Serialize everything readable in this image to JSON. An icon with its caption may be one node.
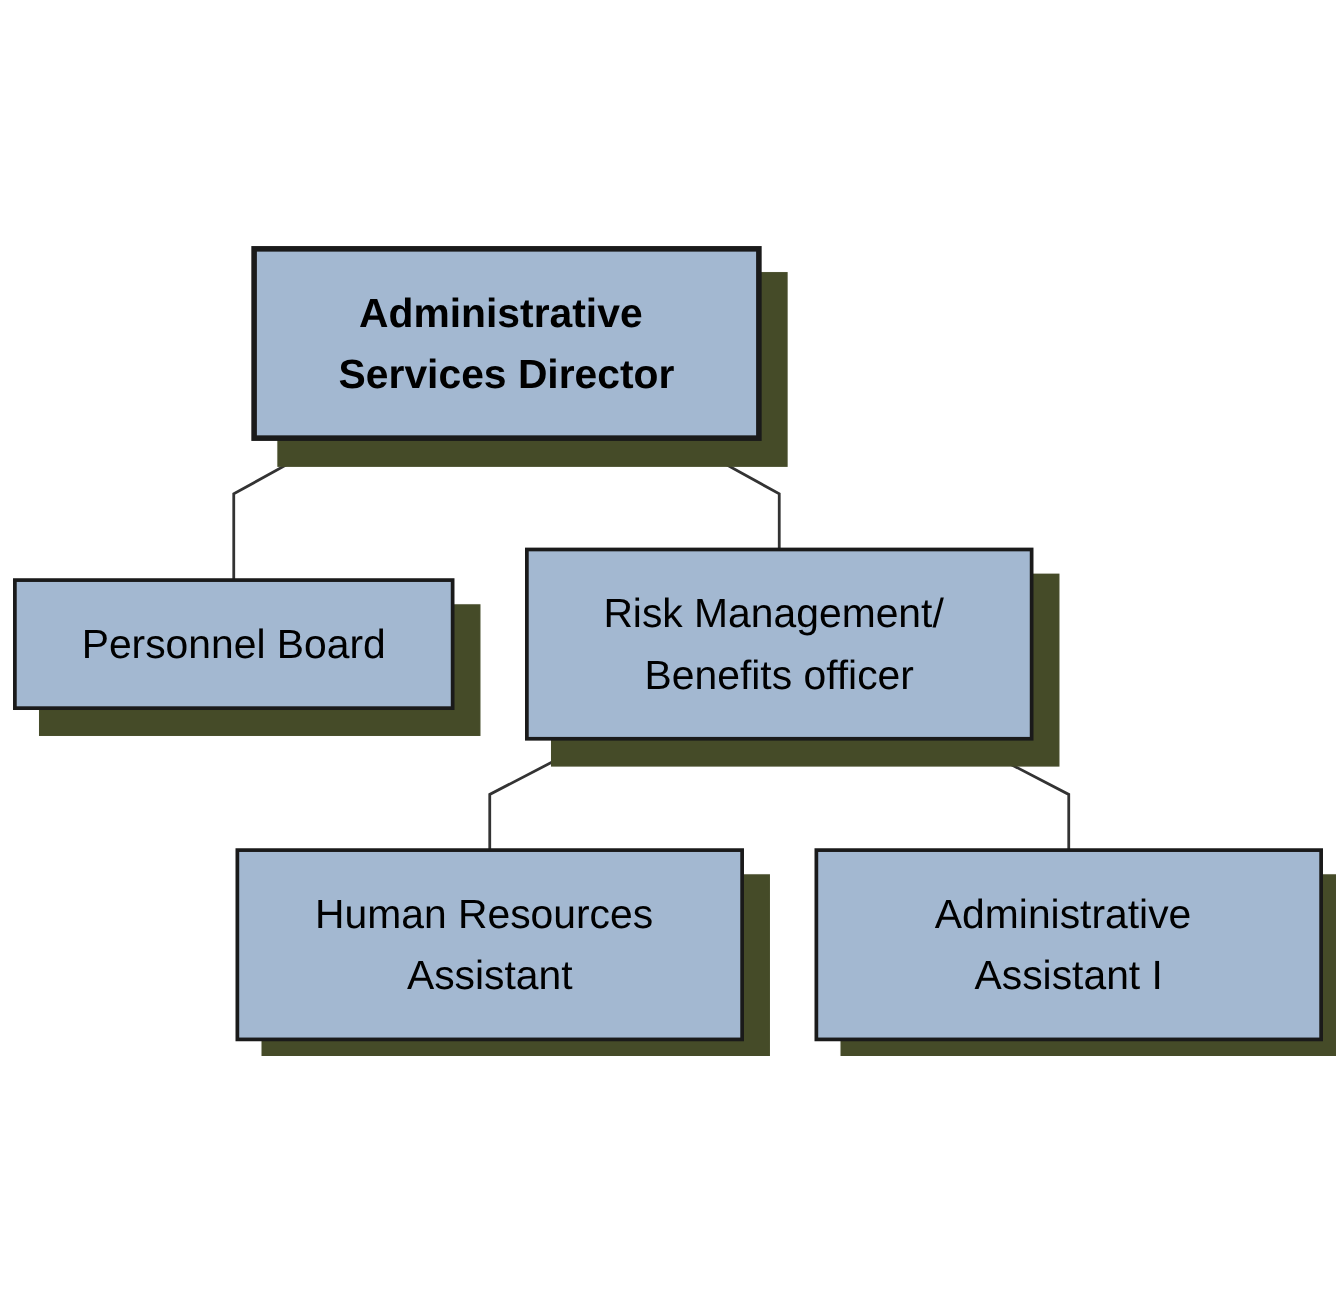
{
  "diagram": {
    "nodes": [
      {
        "text": [
          "Administrative Services Director"
        ]
      },
      {
        "text": [
          "Personnel Board"
        ]
      },
      {
        "text": [
          "Risk Management/ Benefits officer"
        ]
      },
      {
        "text": [
          "Human Resources Assistant"
        ]
      },
      {
        "text": [
          "Administrative Assistant I"
        ]
      }
    ],
    "edges": [
      {
        "from": 0,
        "to": 1,
        "arrow": "none"
      },
      {
        "from": 0,
        "to": 2,
        "arrow": "none"
      },
      {
        "from": 2,
        "to": 3,
        "arrow": "none"
      },
      {
        "from": 2,
        "to": 4,
        "arrow": "none"
      }
    ]
  }
}
